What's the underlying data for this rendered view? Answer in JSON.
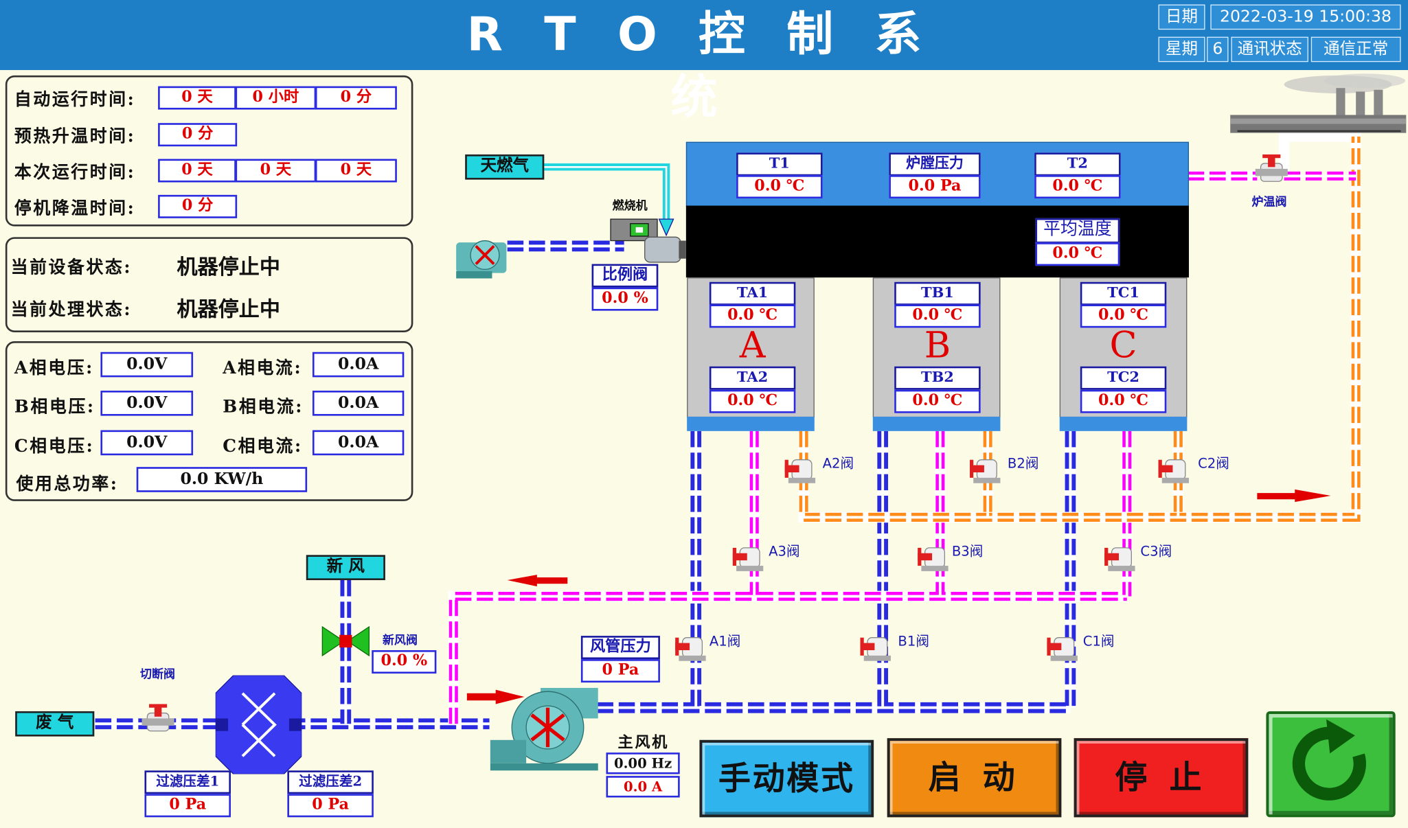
{
  "header": {
    "title": "R T O 控 制 系 统",
    "date_label": "日期",
    "date_value": "2022-03-19 15:00:38",
    "week_label": "星期",
    "week_value": "6",
    "comm_label": "通讯状态",
    "comm_value": "通信正常"
  },
  "runtime": {
    "auto_label": "自动运行时间:",
    "auto_days": "0 天",
    "auto_hours": "0 小时",
    "auto_mins": "0 分",
    "preheat_label": "预热升温时间:",
    "preheat_mins": "0 分",
    "current_label": "本次运行时间:",
    "current_a": "0 天",
    "current_b": "0 天",
    "current_c": "0 天",
    "cooldown_label": "停机降温时间:",
    "cooldown_mins": "0 分"
  },
  "status": {
    "device_label": "当前设备状态:",
    "device_value": "机器停止中",
    "process_label": "当前处理状态:",
    "process_value": "机器停止中"
  },
  "power": {
    "a_v_label": "A相电压:",
    "a_v": "0.0V",
    "a_i_label": "A相电流:",
    "a_i": "0.0A",
    "b_v_label": "B相电压:",
    "b_v": "0.0V",
    "b_i_label": "B相电流:",
    "b_i": "0.0A",
    "c_v_label": "C相电压:",
    "c_v": "0.0V",
    "c_i_label": "C相电流:",
    "c_i": "0.0A",
    "total_label": "使用总功率:",
    "total": "0.0 KW/h"
  },
  "process": {
    "gas_label": "天燃气",
    "burner_label": "燃烧机",
    "ratio_label": "比例阀",
    "ratio_value": "0.0 %",
    "t1_label": "T1",
    "t1_value": "0.0 ℃",
    "furnace_p_label": "炉膛压力",
    "furnace_p_value": "0.0 Pa",
    "t2_label": "T2",
    "t2_value": "0.0 ℃",
    "avg_label": "平均温度",
    "avg_value": "0.0 ℃",
    "furnace_valve_label": "炉温阀",
    "chambers": [
      {
        "letter": "A",
        "top_label": "TA1",
        "top_value": "0.0 ℃",
        "bot_label": "TA2",
        "bot_value": "0.0 ℃"
      },
      {
        "letter": "B",
        "top_label": "TB1",
        "top_value": "0.0 ℃",
        "bot_label": "TB2",
        "bot_value": "0.0 ℃"
      },
      {
        "letter": "C",
        "top_label": "TC1",
        "top_value": "0.0 ℃",
        "bot_label": "TC2",
        "bot_value": "0.0 ℃"
      }
    ],
    "valves": {
      "a1": "A1阀",
      "a2": "A2阀",
      "a3": "A3阀",
      "b1": "B1阀",
      "b2": "B2阀",
      "b3": "B3阀",
      "c1": "C1阀",
      "c2": "C2阀",
      "c3": "C3阀"
    },
    "fresh_air_label": "新 风",
    "fresh_valve_label": "新风阀",
    "fresh_valve_value": "0.0 %",
    "cutoff_label": "切断阀",
    "waste_label": "废 气",
    "filter1_label": "过滤压差1",
    "filter1_value": "0 Pa",
    "filter2_label": "过滤压差2",
    "filter2_value": "0 Pa",
    "duct_p_label": "风管压力",
    "duct_p_value": "0 Pa",
    "main_fan_label": "主风机",
    "main_fan_hz": "0.00 Hz",
    "main_fan_a": "0.0 A"
  },
  "buttons": {
    "manual": "手动模式",
    "start": "启 动",
    "stop": "停 止"
  },
  "colors": {
    "header_bg": "#1e7fc6",
    "background": "#fbfbe6",
    "pipe_blue": "#2a2ae0",
    "pipe_magenta": "#ff00ff",
    "pipe_orange": "#ff8c1a",
    "button_manual": "#2fb4ee",
    "button_start": "#f08a10",
    "button_stop": "#f02020",
    "button_refresh": "#3cbf3c"
  }
}
